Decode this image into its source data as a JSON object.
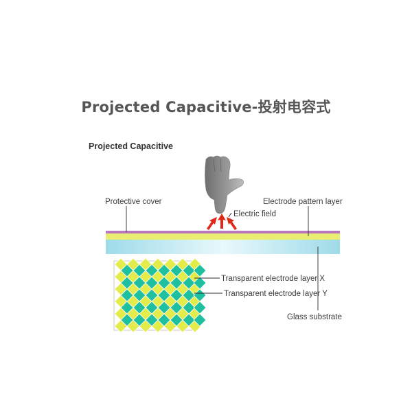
{
  "page_title": "Projected  Capacitive-投射电容式",
  "diagram": {
    "heading": "Projected Capacitive",
    "labels": {
      "protective_cover": "Protective cover",
      "electrode_pattern_layer": "Electrode pattern layer",
      "electric_field": "Electric field",
      "electrode_layer_x": "Transparent electrode layer X",
      "electrode_layer_y": "Transparent electrode layer Y",
      "glass_substrate": "Glass substrate"
    },
    "colors": {
      "protective_cover": "#b877c0",
      "electrode_pattern": "#e9ee72",
      "glass": "#c9eef6",
      "electrode_x": "#e3ec4a",
      "electrode_y": "#1fc0a0",
      "field_arrows": "#e02818",
      "leader_lines": "#2a2a2a"
    }
  }
}
